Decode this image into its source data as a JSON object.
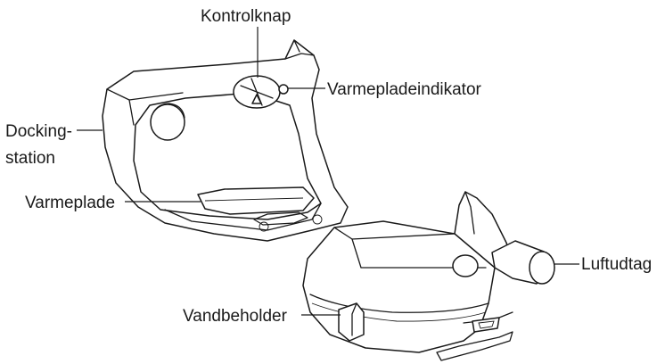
{
  "labels": {
    "control_knob": "Kontrolknap",
    "hotplate_indicator": "Varmepladeindikator",
    "docking_station_line1": "Docking-",
    "docking_station_line2": "station",
    "hotplate": "Varmeplade",
    "water_container": "Vandbeholder",
    "air_outlet": "Luftudtag"
  }
}
